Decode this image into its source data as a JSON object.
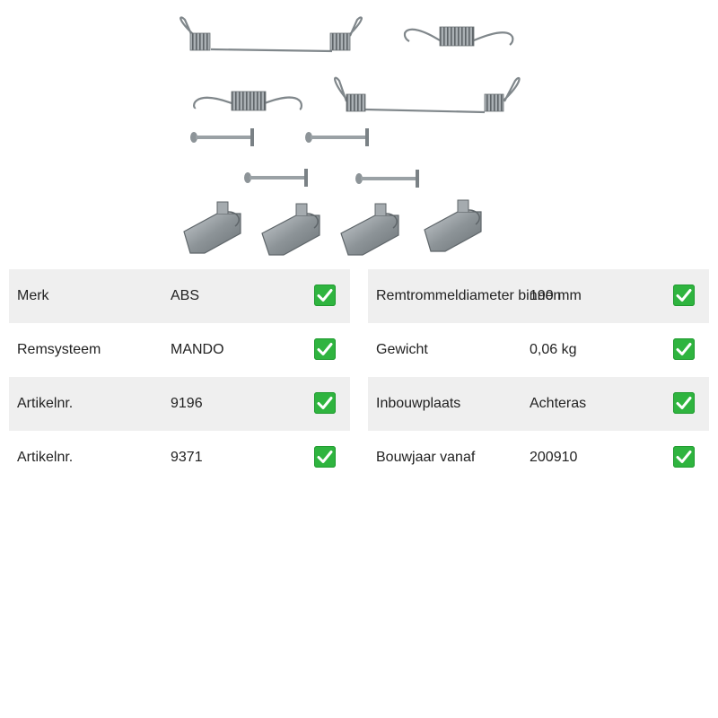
{
  "specs_left": [
    {
      "label": "Merk",
      "value": "ABS"
    },
    {
      "label": "Remsysteem",
      "value": "MANDO"
    },
    {
      "label": "Artikelnr.",
      "value": "9196"
    },
    {
      "label": "Artikelnr.",
      "value": "9371"
    }
  ],
  "specs_right": [
    {
      "label": "Remtrommeldiameter binnen",
      "value": "190 mm"
    },
    {
      "label": "Gewicht",
      "value": "0,06 kg"
    },
    {
      "label": "Inbouwplaats",
      "value": "Achteras"
    },
    {
      "label": "Bouwjaar vanaf",
      "value": "200910"
    }
  ],
  "colors": {
    "row_shade": "#efefef",
    "check_green": "#2fb43f",
    "metal": "#8c9296"
  },
  "icons": {
    "check": "check-mark-icon"
  }
}
